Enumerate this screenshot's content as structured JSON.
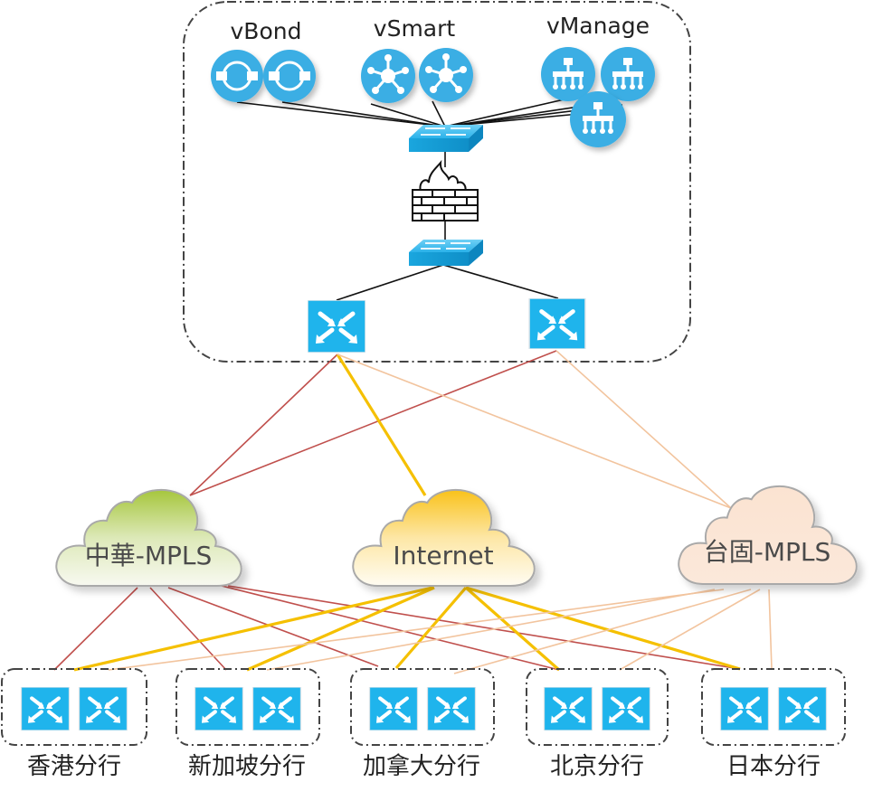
{
  "title": "SD-WAN Topology",
  "colors": {
    "device_blue": "#1fb4ec",
    "circle_blue": "#3aaee4",
    "line_cht_mpls": "#c0504d",
    "line_internet": "#f5c000",
    "line_tw_mpls": "#f2c49e",
    "line_core": "#111111",
    "dash": "#444444"
  },
  "controllers": {
    "vbond": {
      "label": "vBond",
      "count": 2,
      "icon": "vbond-icon"
    },
    "vsmart": {
      "label": "vSmart",
      "count": 2,
      "icon": "vsmart-icon"
    },
    "vmanage": {
      "label": "vManage",
      "count": 3,
      "icon": "vmanage-icon"
    }
  },
  "datacenter": {
    "switch_top": "switch-icon",
    "firewall": "firewall-icon",
    "switch_bottom": "switch-icon",
    "routers": [
      "dc-router-1",
      "dc-router-2"
    ]
  },
  "clouds": [
    {
      "id": "cht",
      "label": "中華-MPLS",
      "fill_top": "#a6c63c",
      "fill_bottom": "#f6f7ee",
      "link": "line_cht_mpls"
    },
    {
      "id": "inet",
      "label": "Internet",
      "fill_top": "#f9c21a",
      "fill_bottom": "#fefbf0",
      "link": "line_internet"
    },
    {
      "id": "tw",
      "label": "台固-MPLS",
      "fill_top": "#fbe3d1",
      "fill_bottom": "#fbe7d8",
      "link": "line_tw_mpls"
    }
  ],
  "branches": [
    {
      "label": "香港分行",
      "routers": 2
    },
    {
      "label": "新加坡分行",
      "routers": 2
    },
    {
      "label": "加拿大分行",
      "routers": 2
    },
    {
      "label": "北京分行",
      "routers": 2
    },
    {
      "label": "日本分行",
      "routers": 2
    }
  ],
  "links": {
    "dc_to_cloud": [
      {
        "router": 0,
        "cloud": "cht"
      },
      {
        "router": 1,
        "cloud": "cht"
      },
      {
        "router": 0,
        "cloud": "inet"
      },
      {
        "router": 0,
        "cloud": "tw"
      },
      {
        "router": 1,
        "cloud": "tw"
      }
    ],
    "cloud_to_branch": [
      {
        "cloud": "cht",
        "branch": 0
      },
      {
        "cloud": "cht",
        "branch": 1
      },
      {
        "cloud": "cht",
        "branch": 2
      },
      {
        "cloud": "cht",
        "branch": 3
      },
      {
        "cloud": "cht",
        "branch": 4
      },
      {
        "cloud": "inet",
        "branch": 0
      },
      {
        "cloud": "inet",
        "branch": 1
      },
      {
        "cloud": "inet",
        "branch": 2
      },
      {
        "cloud": "inet",
        "branch": 3
      },
      {
        "cloud": "inet",
        "branch": 4
      },
      {
        "cloud": "tw",
        "branch": 0
      },
      {
        "cloud": "tw",
        "branch": 1
      },
      {
        "cloud": "tw",
        "branch": 2
      },
      {
        "cloud": "tw",
        "branch": 3
      },
      {
        "cloud": "tw",
        "branch": 4
      }
    ]
  }
}
